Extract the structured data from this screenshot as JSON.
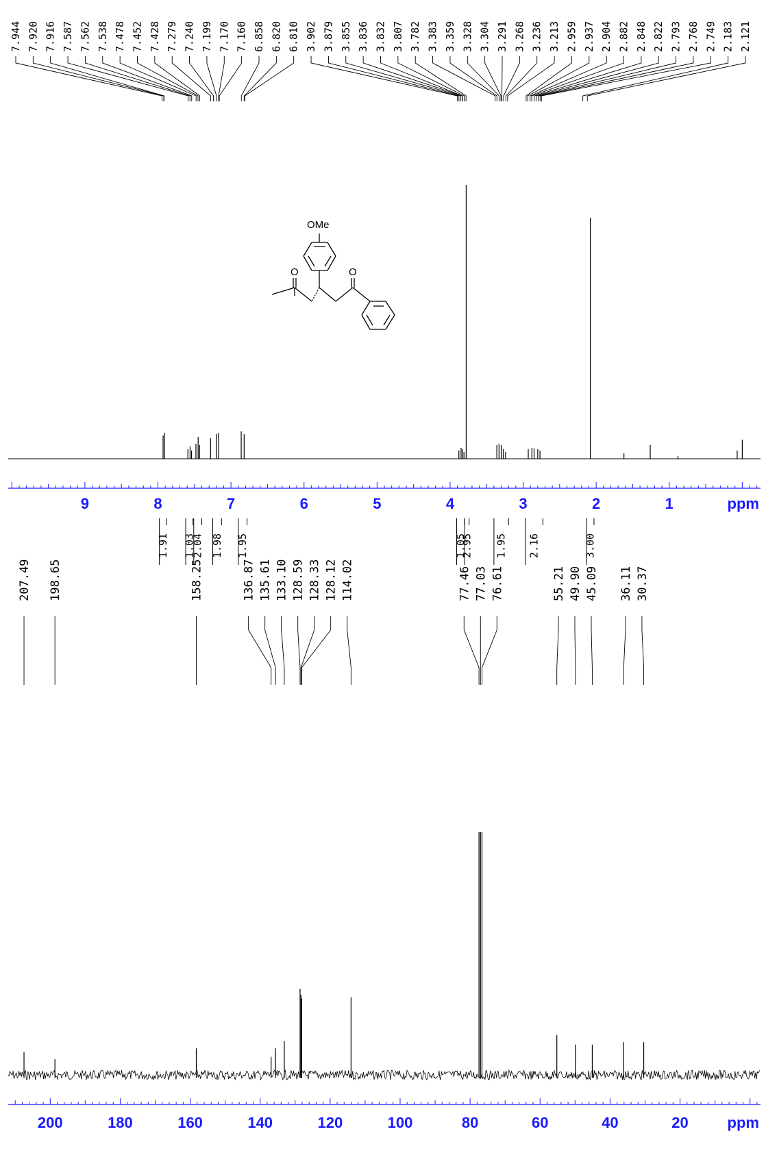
{
  "structure_label": "OMe",
  "chart_data": [
    {
      "type": "line",
      "nucleus": "1H",
      "axis": {
        "unit_label": "ppm",
        "xlim": [
          10.05,
          -0.25
        ],
        "ticks": [
          9,
          8,
          7,
          6,
          5,
          4,
          3,
          2,
          1
        ],
        "reversed": true
      },
      "peak_labels": [
        "7.944",
        "7.920",
        "7.916",
        "7.587",
        "7.562",
        "7.538",
        "7.478",
        "7.452",
        "7.428",
        "7.279",
        "7.240",
        "7.199",
        "7.170",
        "7.160",
        "6.858",
        "6.820",
        "6.810",
        "3.902",
        "3.879",
        "3.855",
        "3.836",
        "3.832",
        "3.807",
        "3.782",
        "3.383",
        "3.359",
        "3.328",
        "3.304",
        "3.291",
        "3.268",
        "3.236",
        "3.213",
        "2.959",
        "2.937",
        "2.904",
        "2.882",
        "2.848",
        "2.822",
        "2.793",
        "2.768",
        "2.749",
        "2.183",
        "2.121"
      ],
      "peaks": [
        {
          "ppm": 7.93,
          "height": 0.085
        },
        {
          "ppm": 7.91,
          "height": 0.095
        },
        {
          "ppm": 7.59,
          "height": 0.035
        },
        {
          "ppm": 7.56,
          "height": 0.045
        },
        {
          "ppm": 7.54,
          "height": 0.03
        },
        {
          "ppm": 7.48,
          "height": 0.055
        },
        {
          "ppm": 7.45,
          "height": 0.08
        },
        {
          "ppm": 7.43,
          "height": 0.05
        },
        {
          "ppm": 7.28,
          "height": 0.075
        },
        {
          "ppm": 7.2,
          "height": 0.09
        },
        {
          "ppm": 7.17,
          "height": 0.095
        },
        {
          "ppm": 6.86,
          "height": 0.1
        },
        {
          "ppm": 6.82,
          "height": 0.09
        },
        {
          "ppm": 3.88,
          "height": 0.03
        },
        {
          "ppm": 3.85,
          "height": 0.04
        },
        {
          "ppm": 3.83,
          "height": 0.035
        },
        {
          "ppm": 3.81,
          "height": 0.025
        },
        {
          "ppm": 3.78,
          "height": 1.0
        },
        {
          "ppm": 3.36,
          "height": 0.05
        },
        {
          "ppm": 3.33,
          "height": 0.055
        },
        {
          "ppm": 3.3,
          "height": 0.05
        },
        {
          "ppm": 3.27,
          "height": 0.035
        },
        {
          "ppm": 3.24,
          "height": 0.025
        },
        {
          "ppm": 2.93,
          "height": 0.035
        },
        {
          "ppm": 2.88,
          "height": 0.04
        },
        {
          "ppm": 2.85,
          "height": 0.038
        },
        {
          "ppm": 2.8,
          "height": 0.035
        },
        {
          "ppm": 2.77,
          "height": 0.03
        },
        {
          "ppm": 2.08,
          "height": 0.88
        },
        {
          "ppm": 1.62,
          "height": 0.02
        },
        {
          "ppm": 1.26,
          "height": 0.05
        },
        {
          "ppm": 0.88,
          "height": 0.01
        },
        {
          "ppm": 0.07,
          "height": 0.03
        },
        {
          "ppm": 0.0,
          "height": 0.07
        }
      ],
      "integrals": [
        {
          "value": "1.91",
          "from": 7.98,
          "to": 7.88
        },
        {
          "value": "1.03",
          "from": 7.62,
          "to": 7.52
        },
        {
          "value": "2.04",
          "from": 7.51,
          "to": 7.4
        },
        {
          "value": "1.98",
          "from": 7.25,
          "to": 7.13
        },
        {
          "value": "1.95",
          "from": 6.9,
          "to": 6.78
        },
        {
          "value": "1.05",
          "from": 3.91,
          "to": 3.8
        },
        {
          "value": "2.95",
          "from": 3.8,
          "to": 3.74
        },
        {
          "value": "1.95",
          "from": 3.4,
          "to": 3.2
        },
        {
          "value": "2.16",
          "from": 2.97,
          "to": 2.73
        },
        {
          "value": "3.00",
          "from": 2.13,
          "to": 2.03
        }
      ]
    },
    {
      "type": "line",
      "nucleus": "13C",
      "axis": {
        "unit_label": "ppm",
        "xlim": [
          212.0,
          -3.0
        ],
        "ticks": [
          200,
          180,
          160,
          140,
          120,
          100,
          80,
          60,
          40,
          20
        ],
        "reversed": true
      },
      "peak_labels": [
        "207.49",
        "198.65",
        "158.25",
        "136.87",
        "135.61",
        "133.10",
        "128.59",
        "128.33",
        "128.12",
        "114.02",
        "77.46",
        "77.03",
        "76.61",
        "55.21",
        "49.90",
        "45.09",
        "36.11",
        "30.37"
      ],
      "peaks": [
        {
          "ppm": 207.49,
          "height": 0.095
        },
        {
          "ppm": 198.65,
          "height": 0.065
        },
        {
          "ppm": 158.25,
          "height": 0.11
        },
        {
          "ppm": 136.87,
          "height": 0.075
        },
        {
          "ppm": 135.61,
          "height": 0.11
        },
        {
          "ppm": 133.1,
          "height": 0.14
        },
        {
          "ppm": 128.59,
          "height": 0.355
        },
        {
          "ppm": 128.33,
          "height": 0.33
        },
        {
          "ppm": 128.12,
          "height": 0.315
        },
        {
          "ppm": 114.02,
          "height": 0.32
        },
        {
          "ppm": 77.46,
          "height": 1.0
        },
        {
          "ppm": 77.03,
          "height": 1.0
        },
        {
          "ppm": 76.61,
          "height": 1.0
        },
        {
          "ppm": 55.21,
          "height": 0.165
        },
        {
          "ppm": 49.9,
          "height": 0.125
        },
        {
          "ppm": 45.09,
          "height": 0.125
        },
        {
          "ppm": 36.11,
          "height": 0.135
        },
        {
          "ppm": 30.37,
          "height": 0.135
        }
      ]
    }
  ]
}
